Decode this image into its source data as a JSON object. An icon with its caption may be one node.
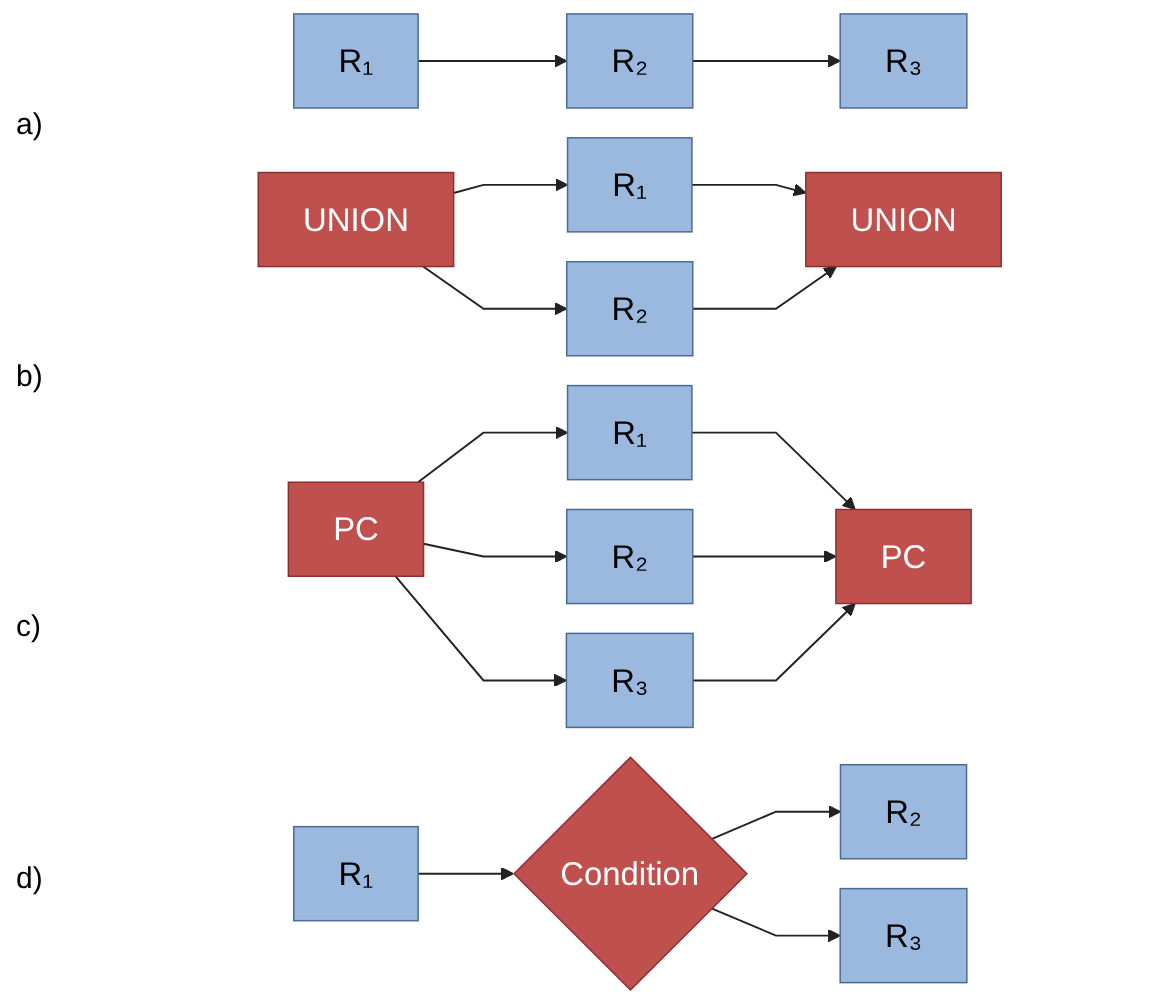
{
  "diagram": {
    "nodes": [
      {
        "text": [
          "R₁"
        ]
      },
      {
        "text": [
          "R₂"
        ]
      },
      {
        "text": [
          "R₃"
        ]
      },
      {
        "text": [
          "UNION"
        ]
      },
      {
        "text": [
          "R₁"
        ]
      },
      {
        "text": [
          "R₂"
        ]
      },
      {
        "text": [
          "UNION"
        ]
      },
      {
        "text": [
          "PC"
        ]
      },
      {
        "text": [
          "R₁"
        ]
      },
      {
        "text": [
          "R₂"
        ]
      },
      {
        "text": [
          "R₃"
        ]
      },
      {
        "text": [
          "PC"
        ]
      },
      {
        "text": [
          "R₁"
        ]
      },
      {
        "text": [
          "Condition"
        ]
      },
      {
        "text": [
          "R₂"
        ]
      },
      {
        "text": [
          "R₃"
        ]
      }
    ],
    "edges": [
      {
        "from": 0,
        "to": 1,
        "arrow": "to"
      },
      {
        "from": 1,
        "to": 2,
        "arrow": "to"
      },
      {
        "from": 3,
        "to": 4,
        "arrow": "to"
      },
      {
        "from": 3,
        "to": 5,
        "arrow": "to"
      },
      {
        "from": 4,
        "to": 6,
        "arrow": "to"
      },
      {
        "from": 5,
        "to": 6,
        "arrow": "to"
      },
      {
        "from": 7,
        "to": 8,
        "arrow": "to"
      },
      {
        "from": 7,
        "to": 9,
        "arrow": "to"
      },
      {
        "from": 7,
        "to": 10,
        "arrow": "to"
      },
      {
        "from": 8,
        "to": 11,
        "arrow": "to"
      },
      {
        "from": 9,
        "to": 11,
        "arrow": "to"
      },
      {
        "from": 10,
        "to": 11,
        "arrow": "to"
      },
      {
        "from": 12,
        "to": 13,
        "arrow": "to"
      },
      {
        "from": 13,
        "to": 14,
        "arrow": "to"
      },
      {
        "from": 13,
        "to": 15,
        "arrow": "to"
      }
    ],
    "labels": [
      "a)",
      "b)",
      "c)",
      "d)"
    ]
  }
}
